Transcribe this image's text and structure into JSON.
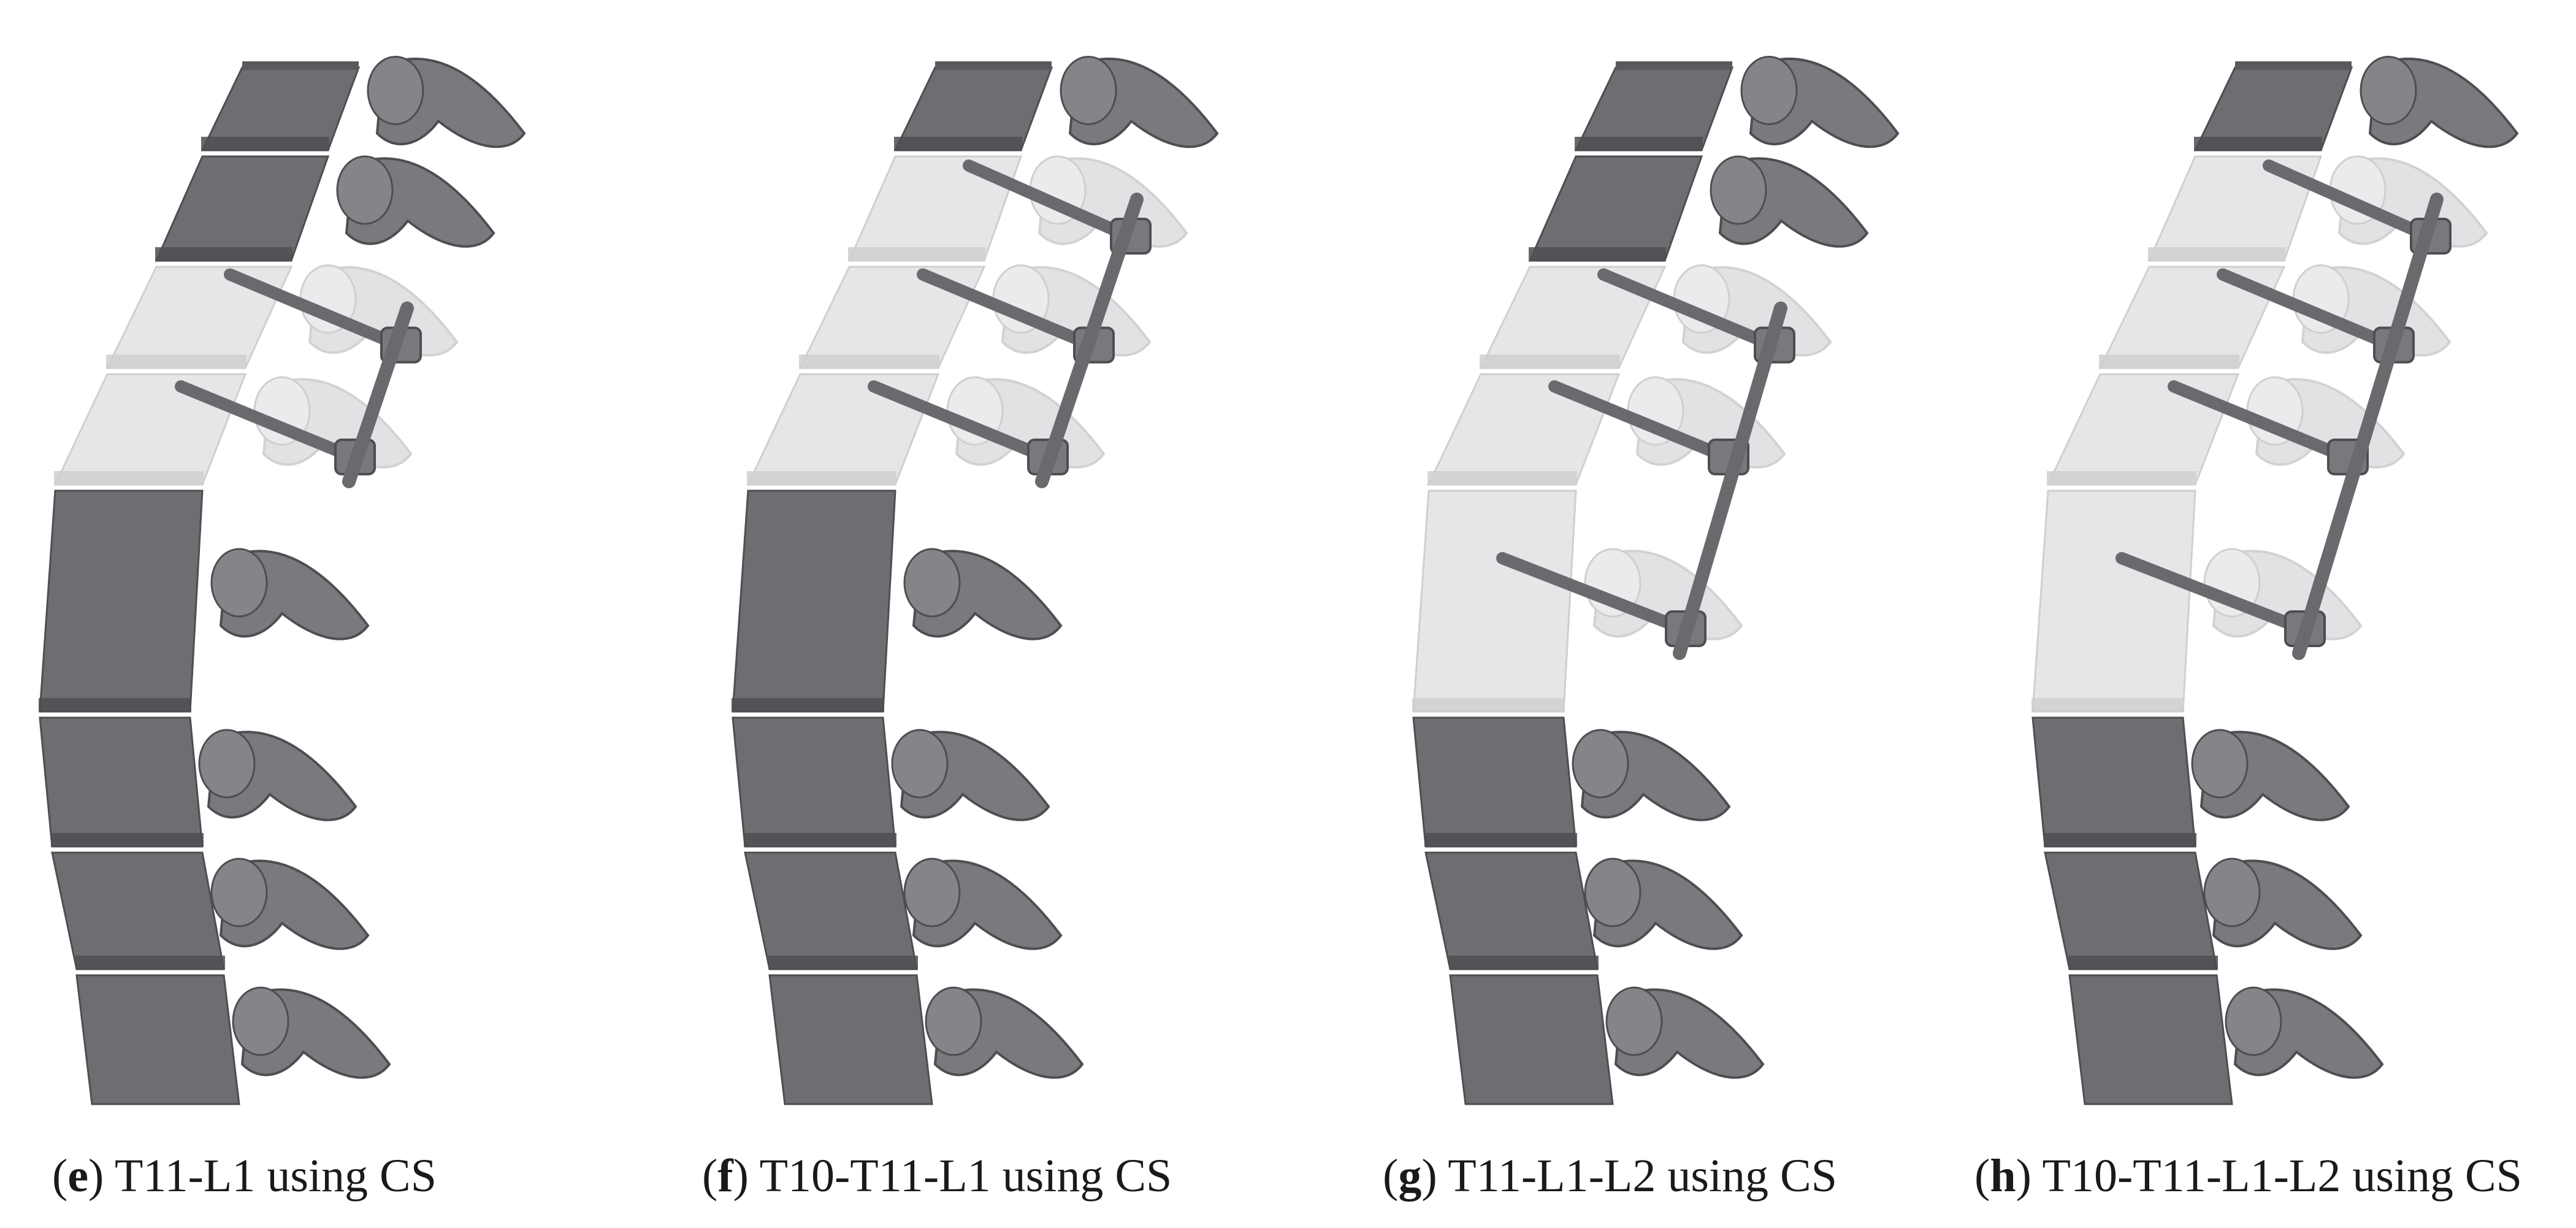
{
  "figure": {
    "panels": [
      {
        "letter": "e",
        "label": "T11-L1 using CS",
        "fused": [
          2,
          3
        ],
        "screws": [
          2,
          3
        ]
      },
      {
        "letter": "f",
        "label": "T10-T11-L1 using CS",
        "fused": [
          1,
          2,
          3
        ],
        "screws": [
          1,
          2,
          3
        ]
      },
      {
        "letter": "g",
        "label": "T11-L1-L2 using CS",
        "fused": [
          2,
          3,
          4
        ],
        "screws": [
          2,
          3,
          4
        ]
      },
      {
        "letter": "h",
        "label": "T10-T11-L1-L2 using CS",
        "fused": [
          1,
          2,
          3,
          4
        ],
        "screws": [
          1,
          2,
          3,
          4
        ]
      }
    ],
    "colors": {
      "bone": "#6e6e72",
      "bone_dark": "#4e4e52",
      "fused_disc": "#e6e6e8",
      "implant": "#6a6a6e",
      "transparent_bone": "#dcdcde"
    }
  }
}
